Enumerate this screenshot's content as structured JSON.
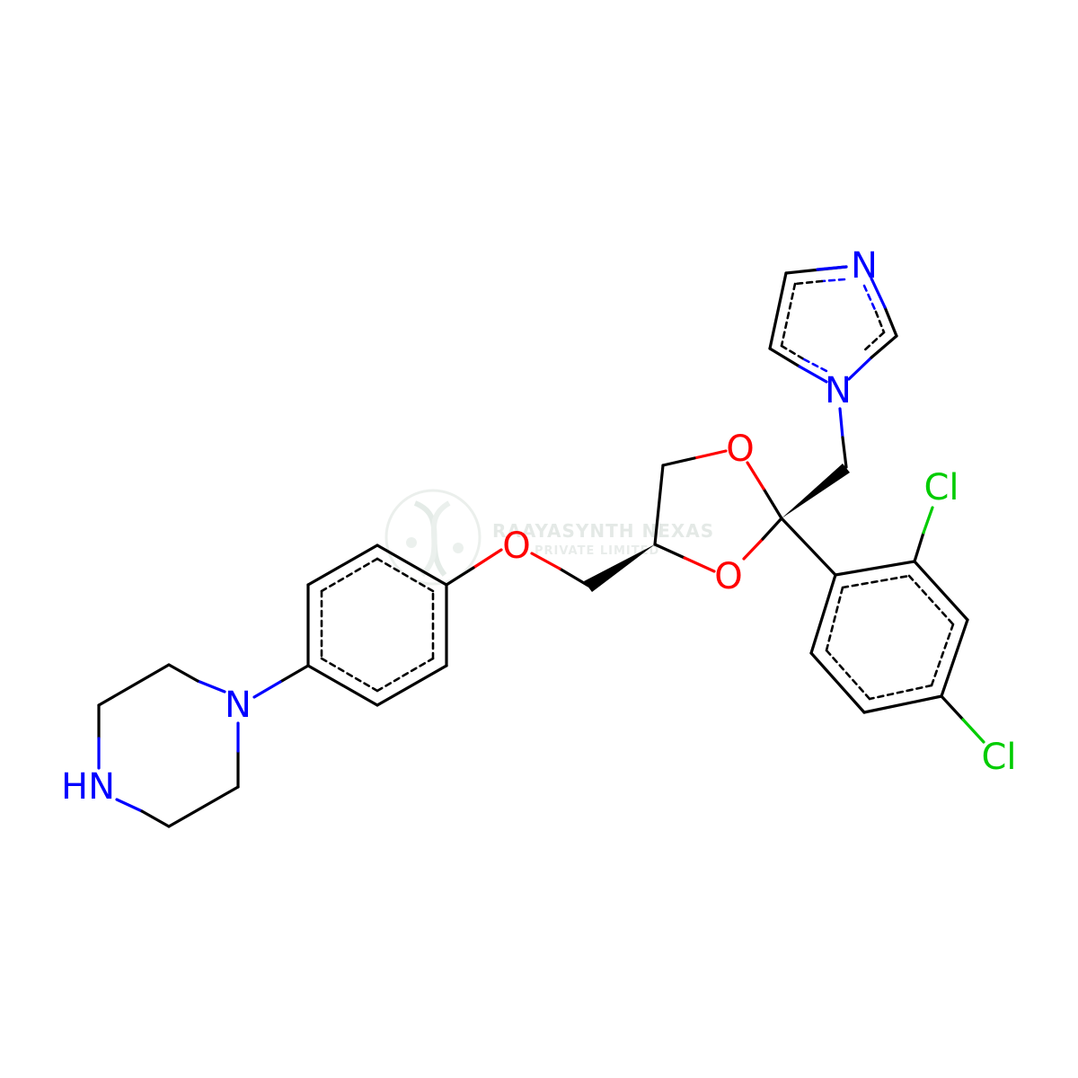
{
  "molecule": {
    "atom_labels": {
      "n_imidazole_top": "N",
      "n_imidazole_bottom": "N",
      "o_dioxolane_top": "O",
      "o_dioxolane_bottom": "O",
      "o_ether": "O",
      "n_piperazine_aryl": "N",
      "nh_piperazine": "HN",
      "cl_ortho": "Cl",
      "cl_para": "Cl"
    },
    "colors": {
      "bond": "#000000",
      "nitrogen": "#0000ff",
      "oxygen": "#ff0000",
      "chlorine": "#00cc00"
    }
  },
  "watermark": {
    "name": "RAAYASYNTH NEXAS",
    "subtitle": "PRIVATE LIMITED",
    "color": "#c9d6cf"
  }
}
